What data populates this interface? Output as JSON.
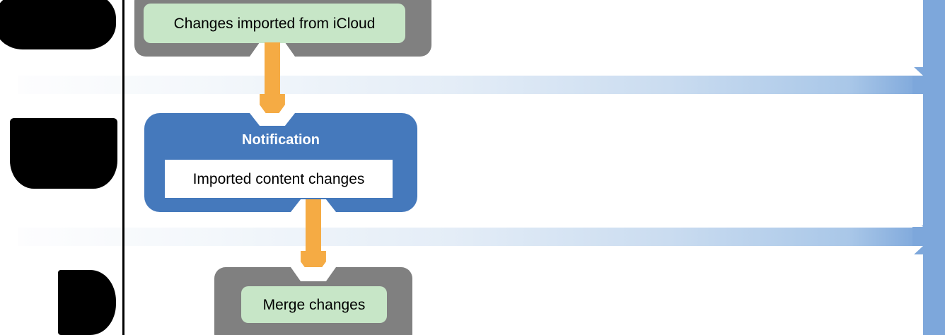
{
  "diagram": {
    "title_visible": false,
    "lanes": [
      {
        "name": "lane-1",
        "label_redacted": true
      },
      {
        "name": "lane-2",
        "label_redacted": true
      },
      {
        "name": "lane-3",
        "label_redacted": true
      }
    ],
    "nodes": [
      {
        "id": "changes-imported",
        "type": "action",
        "label": "Changes imported from iCloud",
        "container": "group",
        "fill": "#c7e6c7",
        "container_fill": "#808080"
      },
      {
        "id": "notification",
        "type": "notification",
        "title": "Notification",
        "label": "Imported content changes",
        "fill": "#4579bc",
        "inner_fill": "#ffffff",
        "title_color": "#ffffff"
      },
      {
        "id": "merge-changes",
        "type": "action",
        "label": "Merge changes",
        "container": "group",
        "fill": "#c7e6c7",
        "container_fill": "#808080"
      }
    ],
    "edges": [
      {
        "id": "edge-1",
        "from": "changes-imported",
        "to": "notification",
        "style": "arrow-down",
        "color": "#f5ab44"
      },
      {
        "id": "edge-2",
        "from": "notification",
        "to": "merge-changes",
        "style": "arrow-down",
        "color": "#f5ab44"
      }
    ],
    "bands": [
      {
        "id": "band-1",
        "color_start": "#fdfdfe",
        "color_end": "#7da7db"
      },
      {
        "id": "band-2",
        "color_start": "#fdfdfe",
        "color_end": "#7da7db"
      }
    ],
    "spine": {
      "color": "#7da7db"
    },
    "colors": {
      "green": "#c7e6c7",
      "gray": "#808080",
      "blue": "#4579bc",
      "orange": "#f5ab44",
      "band_blue": "#7da7db",
      "text": "#000000",
      "white": "#ffffff",
      "redaction": "#000000"
    }
  }
}
